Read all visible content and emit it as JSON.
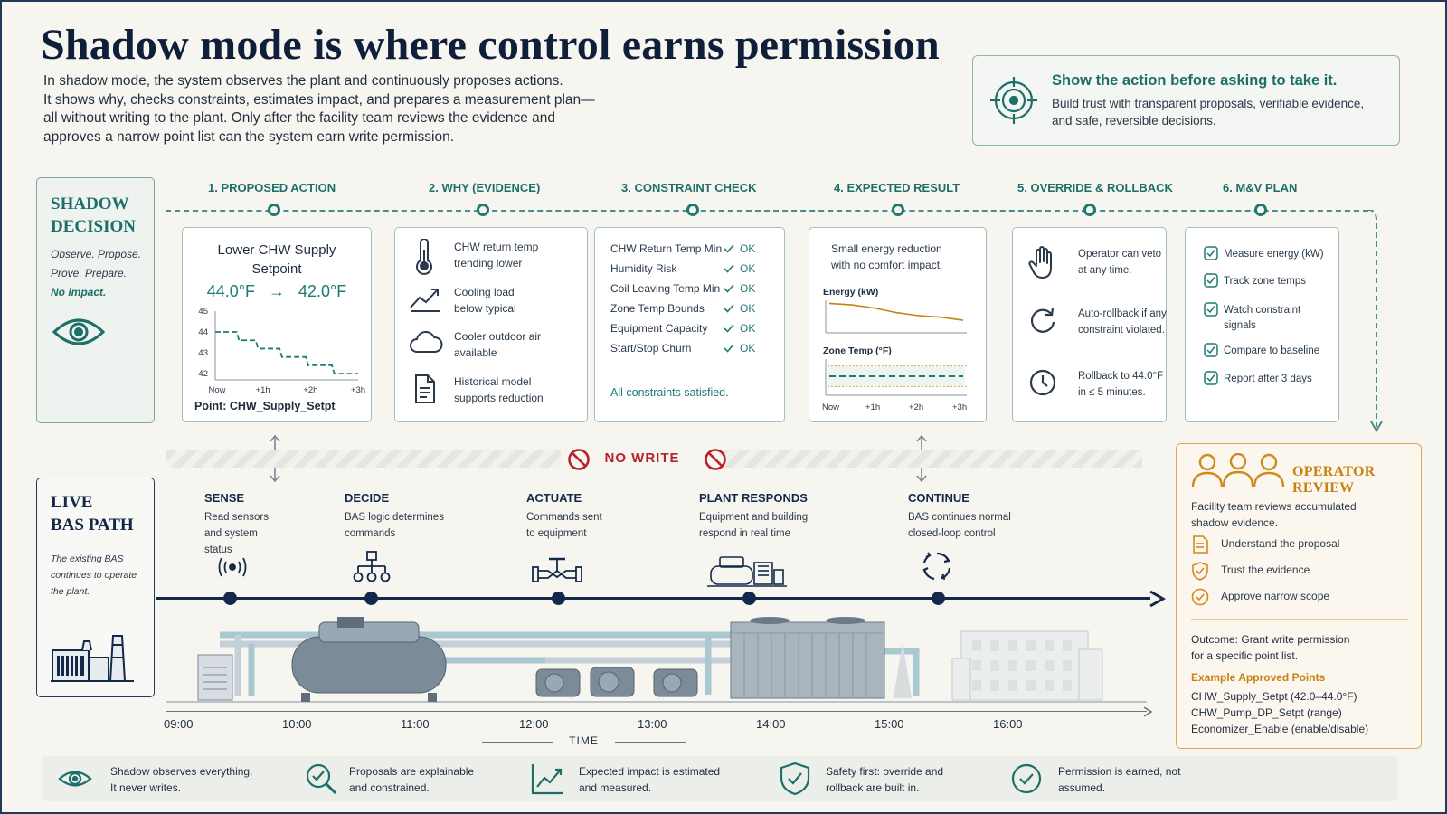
{
  "header": {
    "title": "Shadow mode is where control earns permission",
    "intro": [
      "In shadow mode, the system observes the plant and continuously proposes actions.",
      "It shows why, checks constraints, estimates impact, and prepares a measurement plan—",
      "all without writing to the plant. Only after the facility team reviews the evidence and",
      "approves a narrow point list can the system earn write permission."
    ]
  },
  "callout": {
    "icon": "target-icon",
    "title": "Show the action before asking to take it.",
    "lines": [
      "Build trust with transparent proposals, verifiable evidence,",
      "and safe, reversible decisions."
    ]
  },
  "shadow_decision": {
    "title_lines": [
      "SHADOW",
      "DECISION"
    ],
    "lines": [
      "Observe. Propose.",
      "Prove. Prepare."
    ],
    "emphasis": "No impact.",
    "icon": "eye-icon"
  },
  "steps": [
    {
      "label": "1. PROPOSED ACTION"
    },
    {
      "label": "2. WHY (EVIDENCE)"
    },
    {
      "label": "3. CONSTRAINT CHECK"
    },
    {
      "label": "4. EXPECTED RESULT"
    },
    {
      "label": "5. OVERRIDE & ROLLBACK"
    },
    {
      "label": "6. M&V PLAN"
    }
  ],
  "proposed_action": {
    "title_lines": [
      "Lower CHW Supply",
      "Setpoint"
    ],
    "from": "44.0°F",
    "arrow": "→",
    "to": "42.0°F",
    "point": "Point: CHW_Supply_Setpt",
    "chart_data": {
      "type": "line",
      "x": [
        "Now",
        "+1h",
        "+2h",
        "+3h"
      ],
      "series": [
        {
          "x": [
            0,
            0.45,
            0.5,
            0.85,
            0.9,
            1.35,
            1.4,
            1.9,
            1.95,
            2.45,
            2.5,
            3.0
          ],
          "values": [
            44,
            44,
            43.6,
            43.6,
            43.2,
            43.2,
            42.8,
            42.8,
            42.4,
            42.4,
            42,
            42
          ]
        }
      ],
      "yticks": [
        45,
        44,
        43,
        42
      ],
      "ylim": [
        41.7,
        45
      ],
      "title": "",
      "xlabel": "",
      "ylabel": ""
    }
  },
  "evidence": [
    {
      "icon": "thermometer-icon",
      "text": [
        "CHW return temp",
        "trending lower"
      ]
    },
    {
      "icon": "trend-up-icon",
      "text": [
        "Cooling load",
        "below typical"
      ]
    },
    {
      "icon": "cloud-icon",
      "text": [
        "Cooler outdoor air",
        "available"
      ]
    },
    {
      "icon": "document-icon",
      "text": [
        "Historical model",
        "supports reduction"
      ]
    }
  ],
  "constraints": {
    "items": [
      {
        "name": "CHW Return Temp Min",
        "status": "OK"
      },
      {
        "name": "Humidity Risk",
        "status": "OK"
      },
      {
        "name": "Coil Leaving Temp Min",
        "status": "OK"
      },
      {
        "name": "Zone Temp Bounds",
        "status": "OK"
      },
      {
        "name": "Equipment Capacity",
        "status": "OK"
      },
      {
        "name": "Start/Stop Churn",
        "status": "OK"
      }
    ],
    "summary": "All constraints satisfied."
  },
  "expected_result": {
    "text": [
      "Small energy reduction",
      "with no comfort impact."
    ],
    "chart_data": [
      {
        "type": "line",
        "title": "Energy (kW)",
        "x": [
          "Now",
          "+1h",
          "+2h",
          "+3h"
        ],
        "series": [
          {
            "values": [
              0.9,
              0.85,
              0.75,
              0.6,
              0.5,
              0.45,
              0.35
            ]
          }
        ],
        "ylim": [
          0,
          1
        ]
      },
      {
        "type": "line",
        "title": "Zone Temp (°F)",
        "x": [
          "Now",
          "+1h",
          "+2h",
          "+3h"
        ],
        "series": [
          {
            "values": [
              0.5,
              0.5,
              0.5,
              0.5,
              0.5,
              0.5,
              0.5
            ]
          }
        ],
        "band": [
          0.2,
          0.8
        ],
        "ylim": [
          0,
          1
        ]
      }
    ]
  },
  "override": [
    {
      "icon": "hand-icon",
      "text": [
        "Operator can veto",
        "at any time."
      ]
    },
    {
      "icon": "rollback-icon",
      "text": [
        "Auto-rollback if any",
        "constraint violated."
      ]
    },
    {
      "icon": "clock-icon",
      "text": [
        "Rollback to 44.0°F",
        "in ≤ 5 minutes."
      ]
    }
  ],
  "mv_plan": [
    {
      "text": [
        "Measure energy (kW)"
      ]
    },
    {
      "text": [
        "Track zone temps"
      ]
    },
    {
      "text": [
        "Watch constraint",
        "signals"
      ]
    },
    {
      "text": [
        "Compare to baseline"
      ]
    },
    {
      "text": [
        "Report after 3 days"
      ]
    }
  ],
  "no_write": {
    "label": "NO WRITE"
  },
  "live_path": {
    "title_lines": [
      "LIVE",
      "BAS PATH"
    ],
    "text": [
      "The existing BAS",
      "continues to operate",
      "the plant."
    ]
  },
  "stages": [
    {
      "title": "SENSE",
      "text": [
        "Read sensors",
        "and system",
        "status"
      ],
      "icon": "sensor-icon"
    },
    {
      "title": "DECIDE",
      "text": [
        "BAS logic determines",
        "commands"
      ],
      "icon": "logic-tree-icon"
    },
    {
      "title": "ACTUATE",
      "text": [
        "Commands sent",
        "to equipment"
      ],
      "icon": "valve-icon"
    },
    {
      "title": "PLANT RESPONDS",
      "text": [
        "Equipment and building",
        "respond in real time"
      ],
      "icon": "chiller-icon"
    },
    {
      "title": "CONTINUE",
      "text": [
        "BAS continues normal",
        "closed-loop control"
      ],
      "icon": "loop-icon"
    }
  ],
  "time_axis": {
    "ticks": [
      "09:00",
      "10:00",
      "11:00",
      "12:00",
      "13:00",
      "14:00",
      "15:00",
      "16:00"
    ],
    "label": "TIME"
  },
  "operator_review": {
    "title": "OPERATOR REVIEW",
    "intro": [
      "Facility team reviews accumulated",
      "shadow evidence."
    ],
    "items": [
      {
        "icon": "document-icon",
        "text": "Understand the proposal"
      },
      {
        "icon": "shield-check-icon",
        "text": "Trust the evidence"
      },
      {
        "icon": "check-circle-icon",
        "text": "Approve narrow scope"
      }
    ],
    "outcome": [
      "Outcome: Grant write permission",
      "for a specific point list."
    ],
    "example_title": "Example Approved Points",
    "points": [
      "CHW_Supply_Setpt (42.0–44.0°F)",
      "CHW_Pump_DP_Setpt (range)",
      "Economizer_Enable (enable/disable)"
    ]
  },
  "footer": [
    {
      "icon": "eye-icon",
      "text": [
        "Shadow observes everything.",
        "It never writes."
      ]
    },
    {
      "icon": "magnifier-check-icon",
      "text": [
        "Proposals are explainable",
        "and constrained."
      ]
    },
    {
      "icon": "trend-chart-icon",
      "text": [
        "Expected impact is estimated",
        "and measured."
      ]
    },
    {
      "icon": "shield-check-icon",
      "text": [
        "Safety first: override and",
        "rollback are built in."
      ]
    },
    {
      "icon": "check-circle-icon",
      "text": [
        "Permission is earned, not",
        "assumed."
      ]
    }
  ],
  "colors": {
    "teal": "#1e7a74",
    "navy": "#14294a",
    "red": "#b8232a",
    "orange": "#c98013"
  }
}
